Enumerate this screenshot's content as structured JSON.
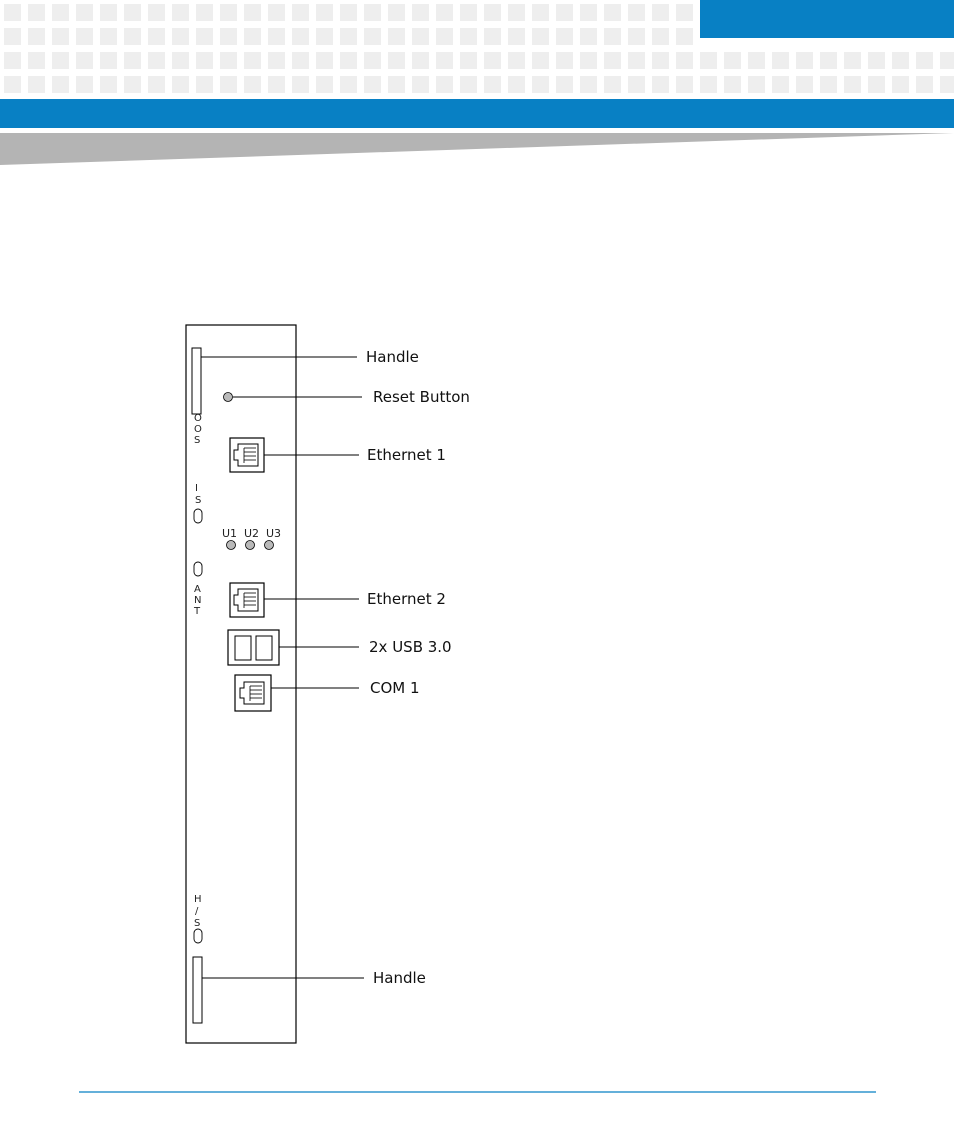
{
  "colors": {
    "brand_blue": "#0880c4",
    "pattern_gray": "#eeeeee",
    "wedge_gray": "#b4b4b4",
    "line": "#000000",
    "led_fill": "#b9b9b9"
  },
  "callouts": {
    "handle_top": "Handle",
    "reset_button": "Reset Button",
    "ethernet_1": "Ethernet 1",
    "ethernet_2": "Ethernet 2",
    "usb": "2x USB 3.0",
    "com_1": "COM 1",
    "handle_bottom": "Handle"
  },
  "panel_labels": {
    "oos": [
      "O",
      "O",
      "S"
    ],
    "is": [
      "I",
      "S"
    ],
    "ant": [
      "A",
      "N",
      "T"
    ],
    "hs": [
      "H",
      "/",
      "S"
    ]
  },
  "leds": [
    "U1",
    "U2",
    "U3"
  ]
}
